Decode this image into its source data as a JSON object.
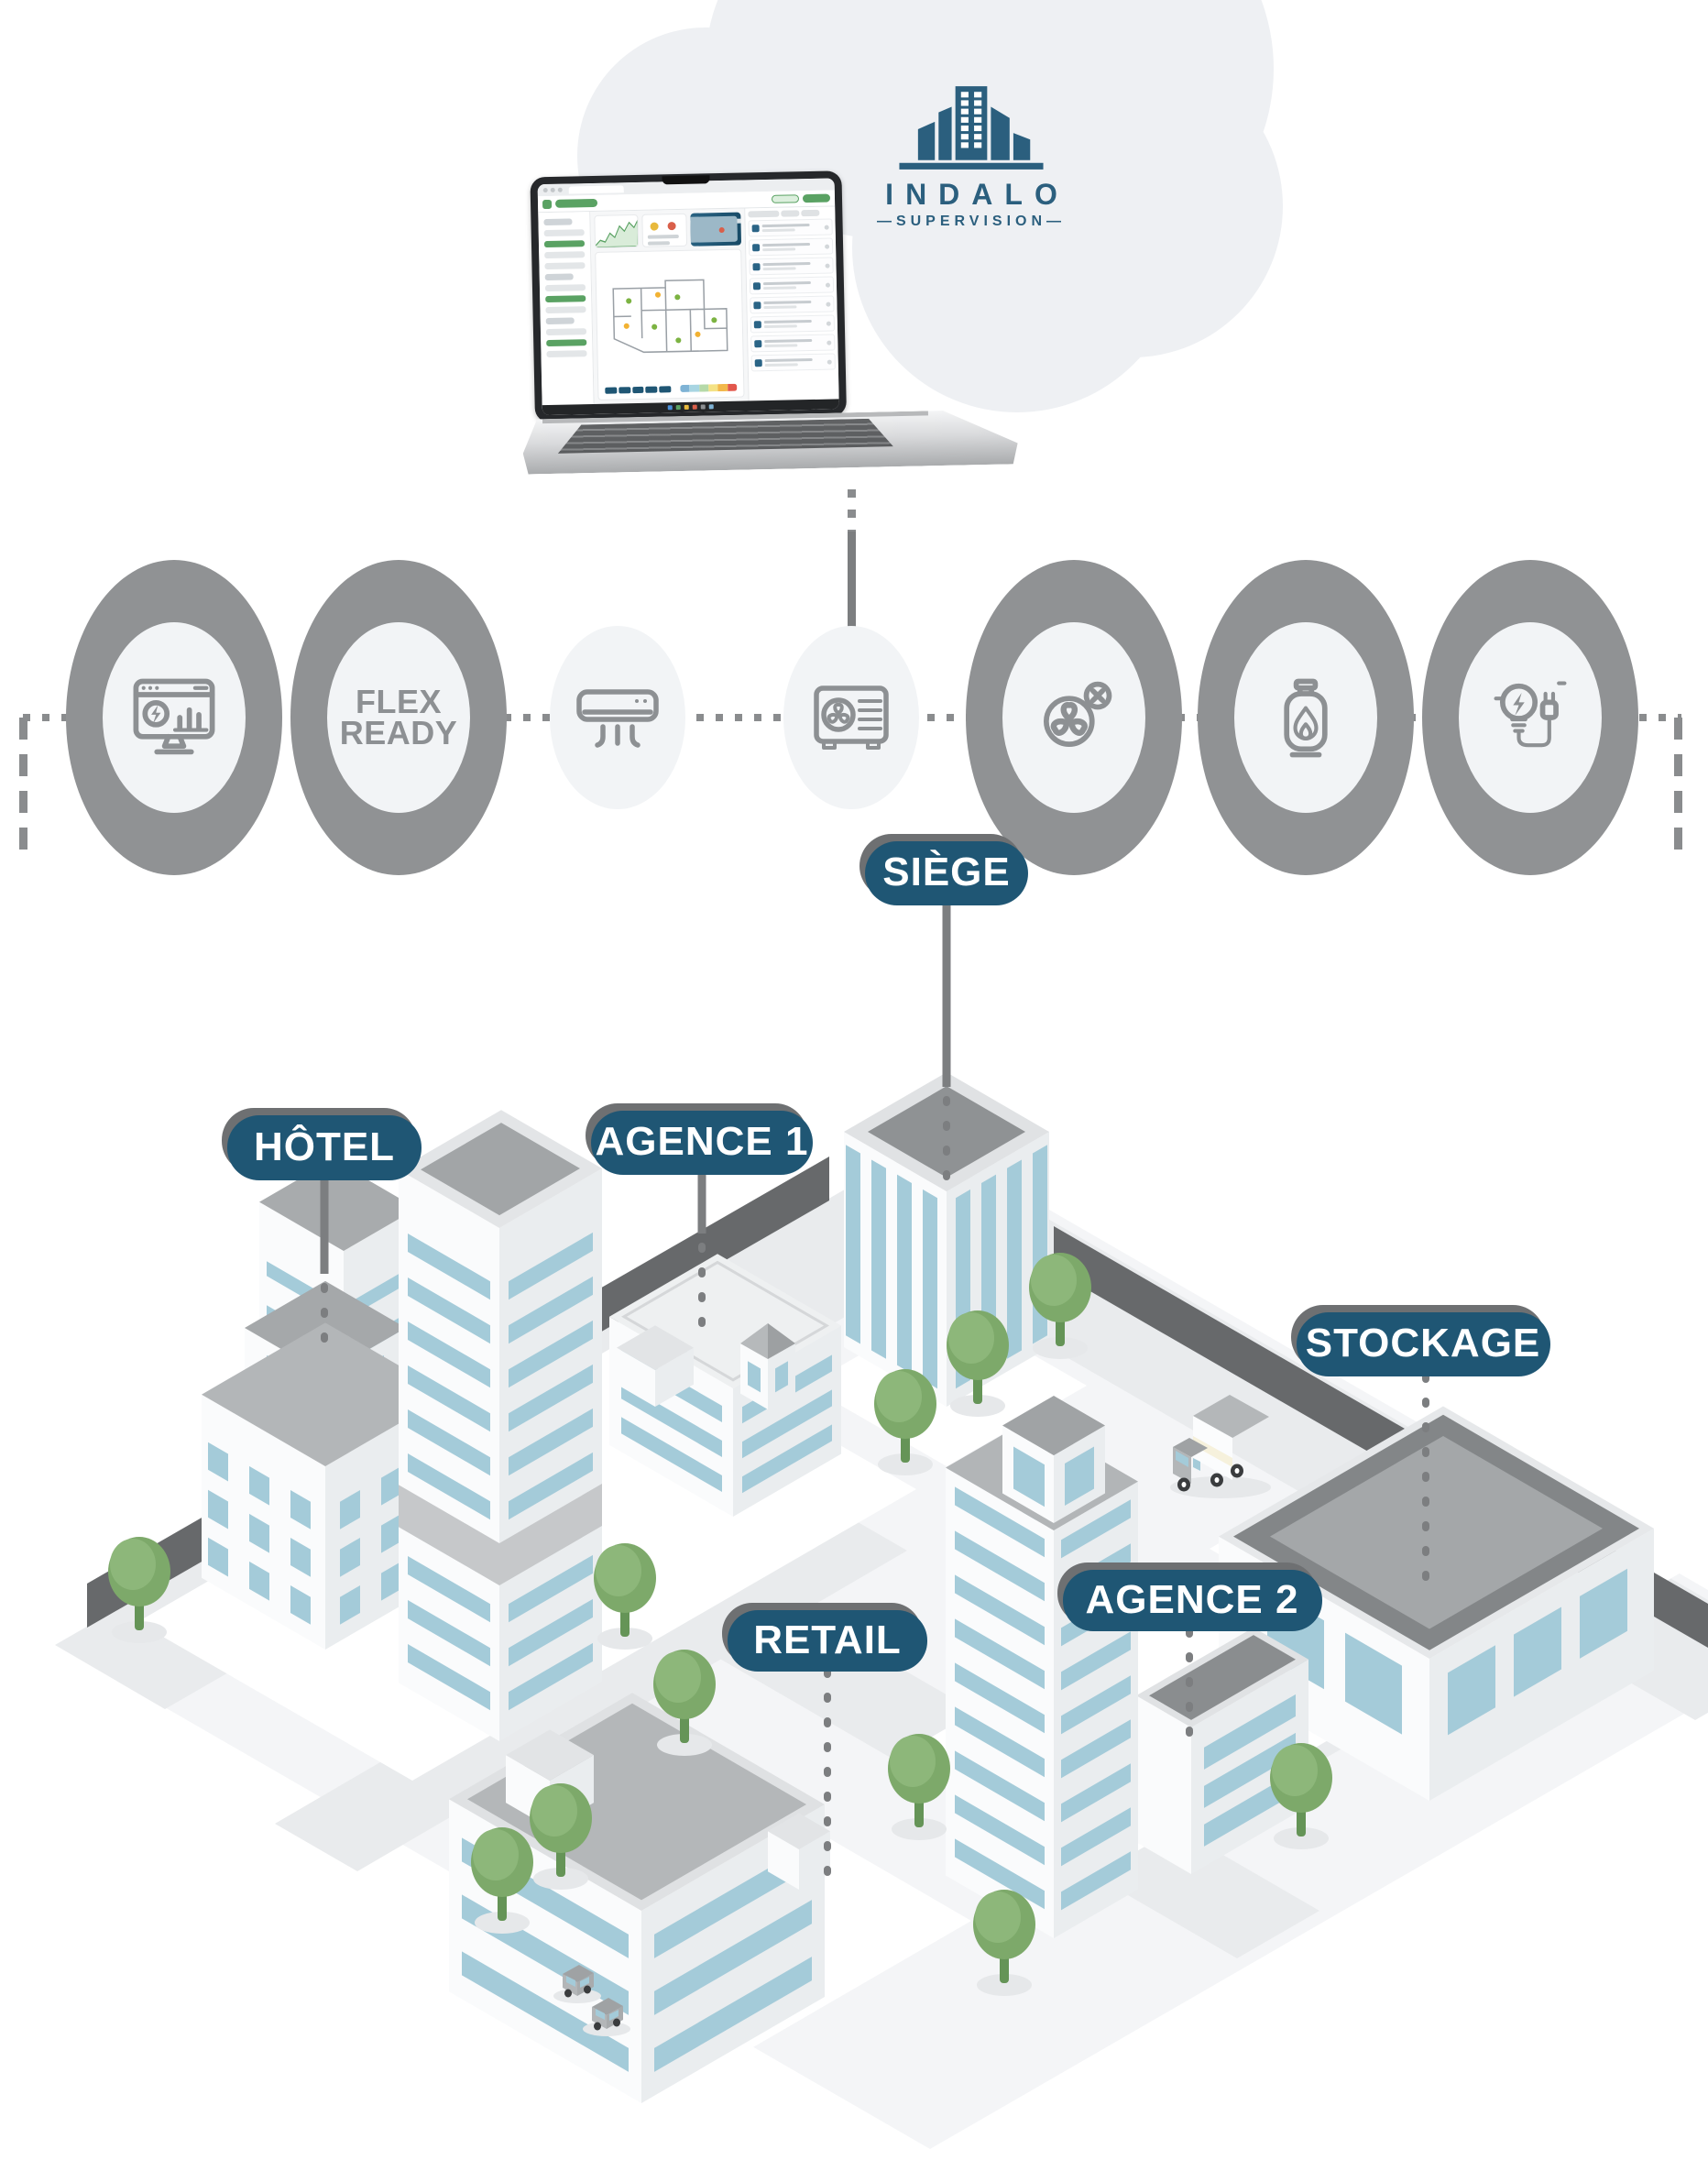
{
  "logo": {
    "title": "INDALO",
    "subtitle": "—SUPERVISION—"
  },
  "equipment": {
    "flex": {
      "line1": "FLEX",
      "line2": "READY"
    },
    "icons": [
      "energy-dashboard",
      "flex-ready",
      "indoor-ac-unit",
      "outdoor-heat-pump",
      "extraction-fan-off",
      "gas-bottle",
      "electricity-bulb-plug"
    ]
  },
  "city": {
    "labels": {
      "siege": "SIÈGE",
      "hotel": "HÔTEL",
      "agence1": "AGENCE 1",
      "agence2": "AGENCE 2",
      "stockage": "STOCKAGE",
      "retail": "RETAIL"
    }
  },
  "colors": {
    "pill": "#1f5674",
    "pill-shadow": "#6e7072",
    "logo-blue": "#2b5f7e",
    "halo": "#909294",
    "node-bg": "#f2f4f6",
    "icon": "#8d9093",
    "line": "#8a8c8e",
    "line-dark": "#7c7e80",
    "band": "#67696b",
    "face-light": "#fafbfc",
    "face-shade": "#eaedef",
    "roof": "#b4b7b9",
    "roof-dark": "#9a9da0",
    "parapet": "#8f9294",
    "window": "#a4cbd9",
    "road": "#e9ebed",
    "plate": "#f4f5f7",
    "pad": "#ffffff",
    "tree": "#7da96a",
    "tree-light": "#8db77a",
    "trunk": "#659457",
    "shadow": "#e6e8ea",
    "cloud": "#eef0f3",
    "green": "#5aa263",
    "green-light": "#dcefdd",
    "banner": "#2a6383",
    "screen-dark": "#232527"
  }
}
